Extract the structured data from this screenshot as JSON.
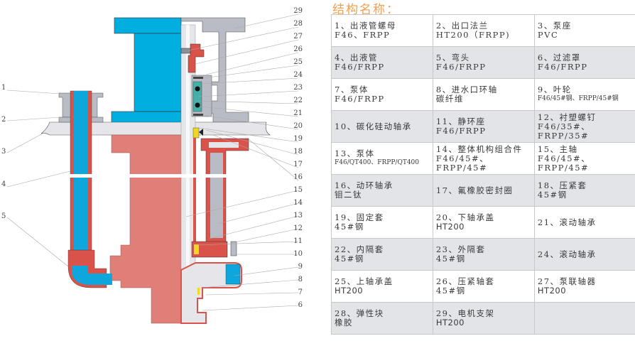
{
  "title": "结构名称：",
  "colors": {
    "pump_body_red": "#e07e78",
    "lining_red": "#d9534a",
    "fluid_blue": "#0ea7dd",
    "motor_blue": "#00aee0",
    "steel_gray": "#b9bcc4",
    "base_gray": "#e6e6ea",
    "seal_yellow": "#f0d820",
    "title_orange": "#f0a050",
    "alt_row": "#e2e4e8"
  },
  "callouts_left": [
    "1",
    "2",
    "3",
    "4",
    "5"
  ],
  "callouts_right": [
    "29",
    "28",
    "27",
    "26",
    "25",
    "24",
    "23",
    "22",
    "21",
    "20",
    "19",
    "18",
    "17",
    "16",
    "15",
    "14",
    "13",
    "12",
    "11",
    "10",
    "9",
    "8",
    "7",
    "6"
  ],
  "parts": [
    [
      {
        "name": "1、出液管螺母",
        "material": "F46、FRPP"
      },
      {
        "name": "2、出口法兰",
        "material": "HT200（FRPP)"
      },
      {
        "name": "3、泵座",
        "material": "PVC"
      }
    ],
    [
      {
        "name": "4、出液管",
        "material": "F46/FRPP"
      },
      {
        "name": "5、弯头",
        "material": "F46/FRPP"
      },
      {
        "name": "6、过滤罩",
        "material": "F46/FRPP"
      }
    ],
    [
      {
        "name": "7、泵体",
        "material": "F46/FRPP"
      },
      {
        "name": "8、进水口环轴",
        "material": "碳纤维"
      },
      {
        "name": "9、叶轮",
        "material": "F46/45#钢、FRPP/45#钢"
      }
    ],
    [
      {
        "name": "10、碳化硅动轴承",
        "material": ""
      },
      {
        "name": "11、静环座",
        "material": "F46/FRPP"
      },
      {
        "name": "12、衬塑螺钉",
        "material": "F46/35#、FRPP/35#"
      }
    ],
    [
      {
        "name": "13、泵体",
        "material": "F46/QT400、FRPP/QT400"
      },
      {
        "name": "14、整体机构组合件",
        "material": "F46/45#、FRPP/45#"
      },
      {
        "name": "15、主轴",
        "material": "F46/45#、FRPP/45#"
      }
    ],
    [
      {
        "name": "16、动环轴承",
        "material": "钼二钛"
      },
      {
        "name": "17、氟橡胶密封圈",
        "material": ""
      },
      {
        "name": "18、压紧套",
        "material": "45#钢"
      }
    ],
    [
      {
        "name": "19、固定套",
        "material": "45#钢"
      },
      {
        "name": "20、下轴承盖",
        "material": "HT200"
      },
      {
        "name": "21、滚动轴承",
        "material": ""
      }
    ],
    [
      {
        "name": "22、内隔套",
        "material": "45#钢"
      },
      {
        "name": "23、外隔套",
        "material": "45#钢"
      },
      {
        "name": "24、滚动轴承",
        "material": ""
      }
    ],
    [
      {
        "name": "25、上轴承盖",
        "material": "HT200"
      },
      {
        "name": "26、压紧轴套",
        "material": "45#钢"
      },
      {
        "name": "27、泵联轴器",
        "material": "HT200"
      }
    ],
    [
      {
        "name": "28、弹性块",
        "material": "橡胶"
      },
      {
        "name": "29、电机支架",
        "material": "HT200"
      },
      {
        "name": "",
        "material": ""
      }
    ]
  ]
}
